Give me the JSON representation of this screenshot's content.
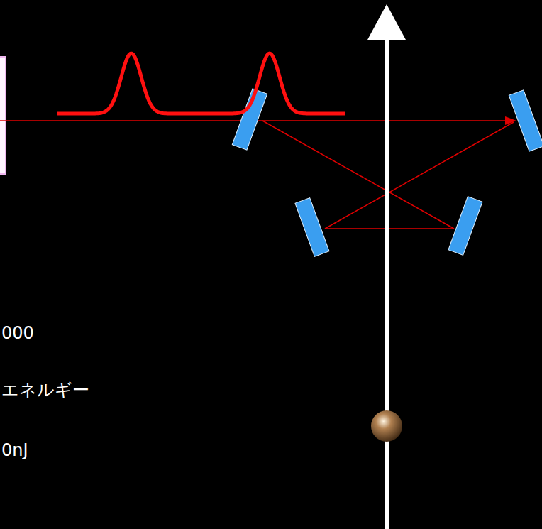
{
  "diagram": {
    "labels": [
      "000",
      "エネルギー",
      "0nJ"
    ]
  }
}
